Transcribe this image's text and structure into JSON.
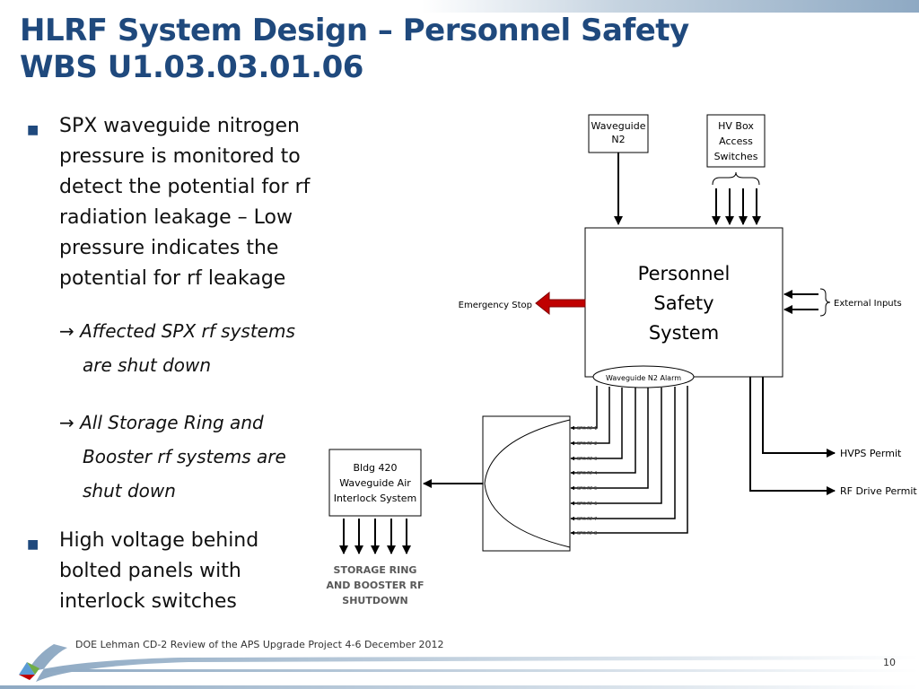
{
  "title": {
    "line1": "HLRF System Design – Personnel Safety",
    "line2": "WBS U1.03.03.01.06"
  },
  "bullets": [
    {
      "lines": [
        "SPX waveguide nitrogen",
        "pressure is monitored to",
        "detect the potential for rf",
        "radiation leakage – Low",
        "pressure indicates the",
        "potential for rf leakage"
      ]
    },
    {
      "lines": [
        "High voltage behind",
        "bolted panels with",
        "interlock switches"
      ]
    }
  ],
  "subpoints": [
    {
      "lines": [
        "→ Affected SPX rf systems",
        "are shut down"
      ]
    },
    {
      "lines": [
        "→ All Storage Ring and",
        "Booster rf systems are",
        "shut down"
      ]
    }
  ],
  "diagram": {
    "waveguide_n2": [
      "Waveguide",
      "N2"
    ],
    "hv_box": [
      "HV Box",
      "Access",
      "Switches"
    ],
    "pss": [
      "Personnel",
      "Safety",
      "System"
    ],
    "emergency_stop": "Emergency Stop",
    "external_inputs": "External Inputs",
    "alarm": "Waveguide N2 Alarm",
    "spx_labels": [
      "SPX RF 1",
      "SPX RF 2",
      "SPX RF 3",
      "SPX RF 4",
      "SPX RF 5",
      "SPX RF 6",
      "SPX RF 7",
      "SPX RF 8"
    ],
    "hvps_permit": "HVPS Permit",
    "rf_drive_permit": "RF Drive Permit",
    "bldg420": [
      "Bldg 420",
      "Waveguide Air",
      "Interlock System"
    ],
    "shutdown": [
      "STORAGE RING",
      "AND BOOSTER RF",
      "SHUTDOWN"
    ]
  },
  "footer": {
    "text": "DOE Lehman CD-2 Review of the APS Upgrade Project   4-6 December  2012",
    "page": "10"
  },
  "colors": {
    "title": "#1f497d",
    "stop_arrow": "#c00000",
    "bullet": "#1f497d"
  }
}
